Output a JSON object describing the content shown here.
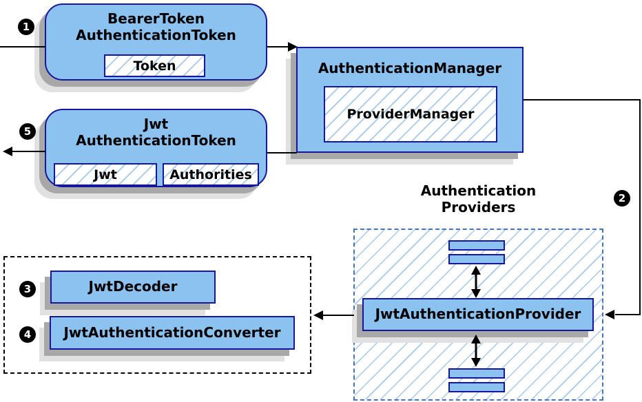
{
  "nodes": {
    "bearer": {
      "line1": "BearerToken",
      "line2": "AuthenticationToken",
      "field_token": "Token"
    },
    "auth_manager": {
      "title": "AuthenticationManager",
      "field_provider_manager": "ProviderManager"
    },
    "jwt_token": {
      "line1": "Jwt",
      "line2": "AuthenticationToken",
      "field_jwt": "Jwt",
      "field_authorities": "Authorities"
    },
    "providers": {
      "line1": "Authentication",
      "line2": "Providers"
    },
    "jwt_provider": {
      "title": "JwtAuthenticationProvider"
    },
    "jwt_decoder": {
      "title": "JwtDecoder"
    },
    "jwt_converter": {
      "title": "JwtAuthenticationConverter"
    }
  },
  "badges": [
    {
      "label": "1"
    },
    {
      "label": "2"
    },
    {
      "label": "3"
    },
    {
      "label": "4"
    },
    {
      "label": "5"
    }
  ],
  "colors": {
    "node_fill": "#8CC2F0",
    "node_border": "#16169C",
    "hatch_line": "#A5C9EE",
    "providers_dash_border": "#4673B8",
    "converters_dash_border": "#000000",
    "arrow": "#000000",
    "badge_background": "#000000",
    "badge_text": "#FFFFFF",
    "shadow": "#A8A8A8"
  }
}
